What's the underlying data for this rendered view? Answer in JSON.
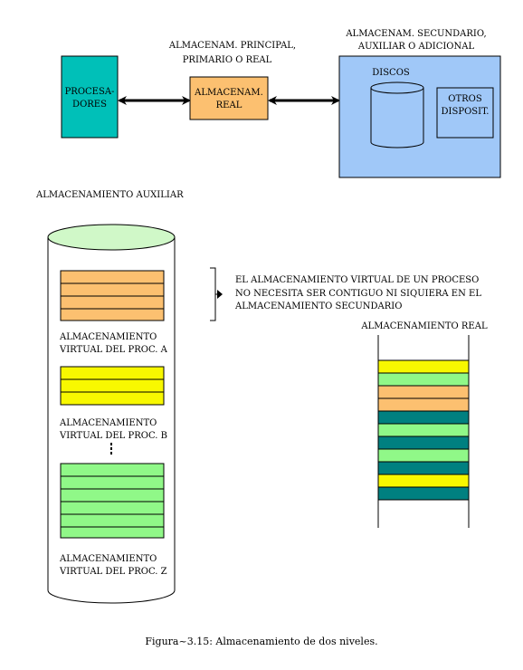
{
  "diagram": {
    "top": {
      "processors": {
        "line1": "PROCESA-",
        "line2": "DORES"
      },
      "main_storage_caption": {
        "line1": "ALMACENAM. PRINCIPAL,",
        "line2": "PRIMARIO O REAL"
      },
      "real_storage_box": {
        "line1": "ALMACENAM.",
        "line2": "REAL"
      },
      "secondary_caption": {
        "line1": "ALMACENAM. SECUNDARIO,",
        "line2": "AUXILIAR O ADICIONAL"
      },
      "disks_label": "DISCOS",
      "other_devices": {
        "line1": "OTROS",
        "line2": "DISPOSIT."
      }
    },
    "aux_title": "ALMACENAMIENTO AUXILIAR",
    "processes": [
      {
        "line1": "ALMACENAMIENTO",
        "line2": "VIRTUAL DEL PROC. A"
      },
      {
        "line1": "ALMACENAMIENTO",
        "line2": "VIRTUAL DEL PROC. B"
      },
      {
        "line1": "ALMACENAMIENTO",
        "line2": "VIRTUAL DEL PROC. Z"
      }
    ],
    "note": {
      "line1": "EL ALMACENAMIENTO VIRTUAL DE UN PROCESO",
      "line2": "NO NECESITA SER CONTIGUO NI SIQUIERA EN EL",
      "line3": "ALMACENAMIENTO SECUNDARIO"
    },
    "real_storage_title": "ALMACENAMIENTO REAL",
    "caption": "Figura~3.15: Almacenamiento de dos niveles."
  },
  "colors": {
    "processors": "#00c0b8",
    "real_storage": "#fcc070",
    "secondary": "#a0c8f8",
    "orange_block": "#fcc070",
    "yellow_block": "#f8f800",
    "green_block": "#90f888",
    "teal_block": "#008080",
    "cylinder_top": "#d0f8c8"
  },
  "icons": {
    "arrows": "double-headed-arrow-icon",
    "brace": "right-brace-arrow-icon"
  }
}
